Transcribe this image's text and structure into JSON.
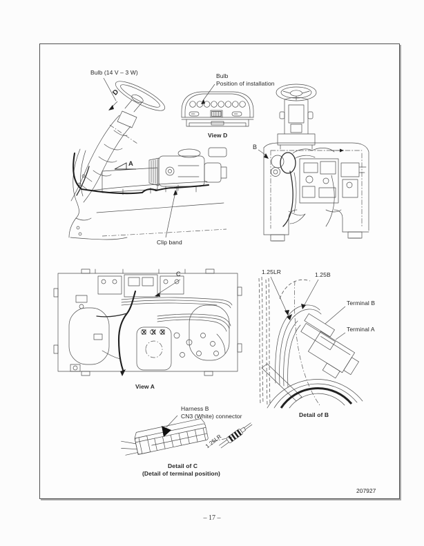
{
  "page": {
    "figure_number": "207927",
    "page_number": "– 17 –"
  },
  "colors": {
    "line": "#4a4a4a",
    "dark_line": "#1e1e1e",
    "border": "#4f4f4f",
    "background": "#fdfdfd"
  },
  "labels": {
    "bulb_spec": "Bulb (14 V – 3 W)",
    "bulb": "Bulb",
    "position_of_installation": "Position of installation",
    "view_d_caption": "View D",
    "marker_d": "D",
    "marker_b": "B",
    "marker_a": "A",
    "clip_band": "Clip band",
    "marker_c": "C",
    "view_a_caption": "View A",
    "wire_125lr": "1.25LR",
    "wire_125b": "1.25B",
    "terminal_b": "Terminal B",
    "terminal_a": "Terminal A",
    "detail_b_caption": "Detail of B",
    "harness_b": "Harness B",
    "cn3_connector": "CN3 (White) connector",
    "wire_125lr_tag": "1.25LR",
    "detail_c_caption": "Detail of C",
    "detail_c_sub_caption": "(Detail of terminal position)"
  },
  "icons": {
    "view_direction_arrows": [
      "view-arrow-a",
      "view-arrow-d"
    ],
    "leader_arrowheads": "black small triangles",
    "terminal_position_arrow": "solid black arrow on connector"
  }
}
